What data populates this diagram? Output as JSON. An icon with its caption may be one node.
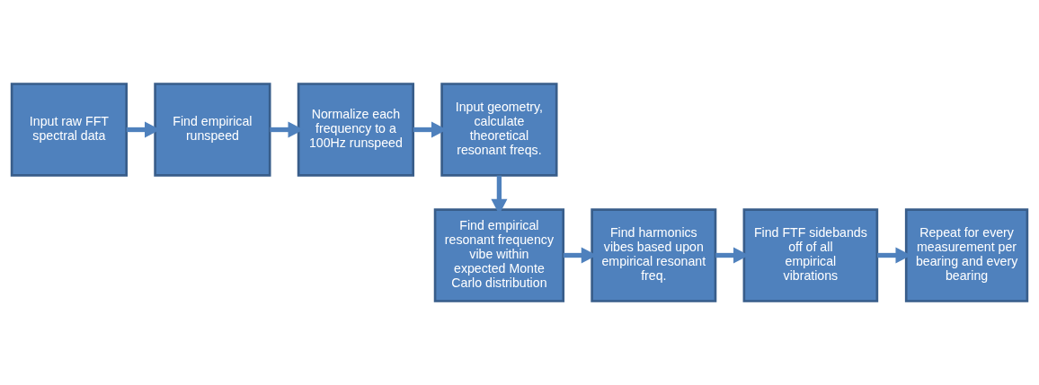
{
  "diagram": {
    "nodes": [
      {
        "text": [
          "Input raw FFT spectral data"
        ]
      },
      {
        "text": [
          "Find empirical runspeed"
        ]
      },
      {
        "text": [
          "Normalize each frequency to a 100Hz runspeed"
        ]
      },
      {
        "text": [
          "Input geometry, calculate theoretical resonant freqs."
        ]
      },
      {
        "text": [
          "Find empirical resonant frequency vibe within expected Monte Carlo distribution"
        ]
      },
      {
        "text": [
          "Find harmonics vibes based upon empirical resonant freq."
        ]
      },
      {
        "text": [
          "Find FTF sidebands off of all empirical vibrations"
        ]
      },
      {
        "text": [
          "Repeat for every measurement per bearing and every bearing"
        ]
      }
    ],
    "edges": [
      {
        "from": 0,
        "to": 1,
        "arrow": "to"
      },
      {
        "from": 1,
        "to": 2,
        "arrow": "to"
      },
      {
        "from": 2,
        "to": 3,
        "arrow": "to"
      },
      {
        "from": 3,
        "to": 4,
        "arrow": "to"
      },
      {
        "from": 4,
        "to": 5,
        "arrow": "to"
      },
      {
        "from": 5,
        "to": 6,
        "arrow": "to"
      },
      {
        "from": 6,
        "to": 7,
        "arrow": "to"
      }
    ]
  }
}
